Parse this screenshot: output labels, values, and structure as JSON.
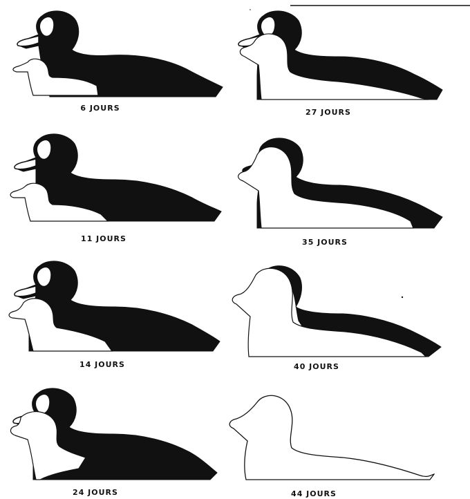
{
  "figure": {
    "colors": {
      "ink": "#111111",
      "paper": "#ffffff"
    },
    "stages": [
      {
        "label": "6 JOURS",
        "age_days": 6
      },
      {
        "label": "11 JOURS",
        "age_days": 11
      },
      {
        "label": "14 JOURS",
        "age_days": 14
      },
      {
        "label": "24 JOURS",
        "age_days": 24
      },
      {
        "label": "27 JOURS",
        "age_days": 27
      },
      {
        "label": "35 JOURS",
        "age_days": 35
      },
      {
        "label": "40 JOURS",
        "age_days": 40
      },
      {
        "label": "44 JOURS",
        "age_days": 44
      }
    ]
  }
}
